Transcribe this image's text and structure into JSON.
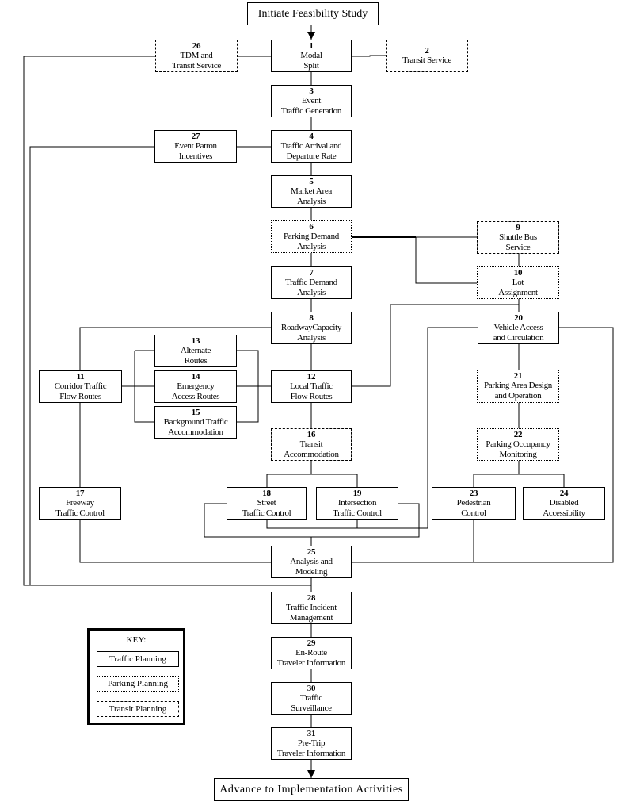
{
  "diagram": {
    "start": "Initiate Feasibility Study",
    "end": "Advance to Implementation Activities",
    "key": {
      "title": "KEY:",
      "items": [
        {
          "type": "traffic",
          "label": "Traffic Planning"
        },
        {
          "type": "parking",
          "label": "Parking Planning"
        },
        {
          "type": "transit",
          "label": "Transit Planning"
        }
      ]
    },
    "nodes": [
      {
        "id": "1",
        "lines": [
          "Modal",
          "Split"
        ],
        "type": "traffic"
      },
      {
        "id": "2",
        "lines": [
          "Transit Service"
        ],
        "type": "transit"
      },
      {
        "id": "3",
        "lines": [
          "Event",
          "Traffic Generation"
        ],
        "type": "traffic"
      },
      {
        "id": "4",
        "lines": [
          "Traffic Arrival and",
          "Departure Rate"
        ],
        "type": "traffic"
      },
      {
        "id": "5",
        "lines": [
          "Market Area",
          "Analysis"
        ],
        "type": "traffic"
      },
      {
        "id": "6",
        "lines": [
          "Parking Demand",
          "Analysis"
        ],
        "type": "parking"
      },
      {
        "id": "7",
        "lines": [
          "Traffic Demand",
          "Analysis"
        ],
        "type": "traffic"
      },
      {
        "id": "8",
        "lines": [
          "RoadwayCapacity",
          "Analysis"
        ],
        "type": "traffic"
      },
      {
        "id": "9",
        "lines": [
          "Shuttle Bus",
          "Service"
        ],
        "type": "transit"
      },
      {
        "id": "10",
        "lines": [
          "Lot",
          "Assignment"
        ],
        "type": "parking"
      },
      {
        "id": "11",
        "lines": [
          "Corridor Traffic",
          "Flow Routes"
        ],
        "type": "traffic"
      },
      {
        "id": "12",
        "lines": [
          "Local Traffic",
          "Flow Routes"
        ],
        "type": "traffic"
      },
      {
        "id": "13",
        "lines": [
          "Alternate",
          "Routes"
        ],
        "type": "traffic"
      },
      {
        "id": "14",
        "lines": [
          "Emergency",
          "Access Routes"
        ],
        "type": "traffic"
      },
      {
        "id": "15",
        "lines": [
          "Background Traffic",
          "Accommodation"
        ],
        "type": "traffic"
      },
      {
        "id": "16",
        "lines": [
          "Transit",
          "Accommodation"
        ],
        "type": "transit"
      },
      {
        "id": "17",
        "lines": [
          "Freeway",
          "Traffic Control"
        ],
        "type": "traffic"
      },
      {
        "id": "18",
        "lines": [
          "Street",
          "Traffic Control"
        ],
        "type": "traffic"
      },
      {
        "id": "19",
        "lines": [
          "Intersection",
          "Traffic Control"
        ],
        "type": "traffic"
      },
      {
        "id": "20",
        "lines": [
          "Vehicle Access",
          "and Circulation"
        ],
        "type": "traffic"
      },
      {
        "id": "21",
        "lines": [
          "Parking Area Design",
          "and Operation"
        ],
        "type": "parking"
      },
      {
        "id": "22",
        "lines": [
          "Parking Occupancy",
          "Monitoring"
        ],
        "type": "parking"
      },
      {
        "id": "23",
        "lines": [
          "Pedestrian",
          "Control"
        ],
        "type": "traffic"
      },
      {
        "id": "24",
        "lines": [
          "Disabled",
          "Accessibility"
        ],
        "type": "traffic"
      },
      {
        "id": "25",
        "lines": [
          "Analysis and",
          "Modeling"
        ],
        "type": "traffic"
      },
      {
        "id": "26",
        "lines": [
          "TDM and",
          "Transit Service"
        ],
        "type": "transit"
      },
      {
        "id": "27",
        "lines": [
          "Event Patron",
          "Incentives"
        ],
        "type": "traffic"
      },
      {
        "id": "28",
        "lines": [
          "Traffic Incident",
          "Management"
        ],
        "type": "traffic"
      },
      {
        "id": "29",
        "lines": [
          "En-Route",
          "Traveler Information"
        ],
        "type": "traffic"
      },
      {
        "id": "30",
        "lines": [
          "Traffic",
          "Surveillance"
        ],
        "type": "traffic"
      },
      {
        "id": "31",
        "lines": [
          "Pre-Trip",
          "Traveler Information"
        ],
        "type": "traffic"
      }
    ]
  }
}
